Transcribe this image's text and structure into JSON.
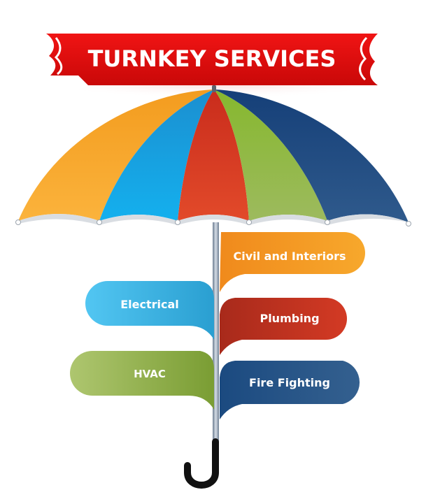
{
  "banner": {
    "title": "TURNKEY SERVICES"
  },
  "services": [
    {
      "label": "Civil and Interiors",
      "color_start": "#f6a623",
      "color_end": "#f08a1c"
    },
    {
      "label": "Electrical",
      "color_start": "#4fc3f0",
      "color_end": "#2aa0d2"
    },
    {
      "label": "Plumbing",
      "color_start": "#d83a26",
      "color_end": "#b8301e"
    },
    {
      "label": "HVAC",
      "color_start": "#a7c46a",
      "color_end": "#7fa136"
    },
    {
      "label": "Fire Fighting",
      "color_start": "#1f4f86",
      "color_end": "#2f5d8e"
    }
  ],
  "colors": {
    "banner": "#e10f10",
    "canopy_orange": "#f7a623",
    "canopy_blue": "#12a0dc",
    "canopy_red": "#d93a22",
    "canopy_green": "#8ab83a",
    "canopy_navy": "#1f4f8a",
    "handle": "#111111"
  }
}
